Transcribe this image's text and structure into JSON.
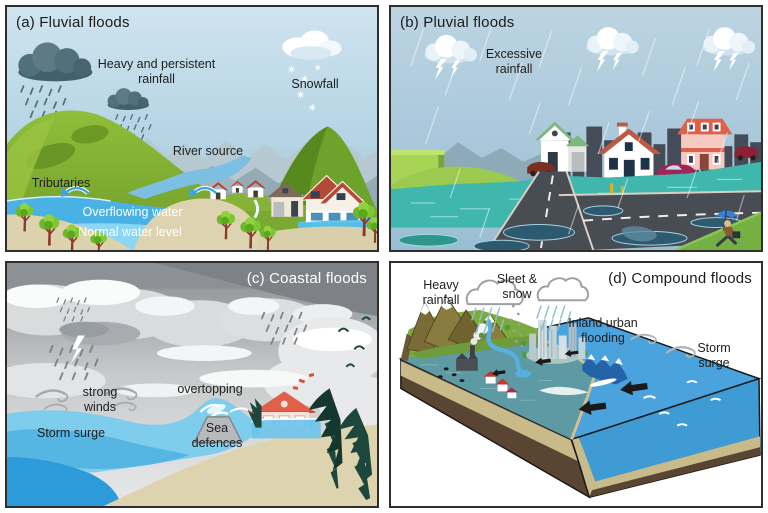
{
  "panels": {
    "fluvial": {
      "title": "(a) Fluvial floods",
      "labels": {
        "rainfall": "Heavy and persistent rainfall",
        "snowfall": "Snowfall",
        "river_source": "River source",
        "tributaries": "Tributaries",
        "overflowing_water": "Overflowing water",
        "normal_water_level": "Normal water level"
      }
    },
    "pluvial": {
      "title": "(b) Pluvial floods",
      "labels": {
        "excessive_rainfall": "Excessive rainfall"
      }
    },
    "coastal": {
      "title": "(c) Coastal floods",
      "labels": {
        "strong_winds": "strong winds",
        "overtopping": "overtopping",
        "storm_surge": "Storm surge",
        "sea_defences": "Sea defences"
      }
    },
    "compound": {
      "title": "(d) Compound floods",
      "labels": {
        "heavy_rainfall": "Heavy rainfall",
        "sleet_snow": "Sleet & snow",
        "inland_urban_flooding": "Inland urban flooding",
        "storm_surge": "Storm surge"
      }
    }
  },
  "colors": {
    "panel_border": "#2e2e2e",
    "label_dark": "#1e1e1e",
    "label_white": "#ffffff",
    "fluvial": {
      "sky": "#b9d8e7",
      "storm_cloud": "#50707b",
      "mountain_green": "#7fae2e",
      "distant_mountains": "#9db3bd",
      "flood_water": "#49b1e4",
      "shallow_water": "#8ad6f4",
      "sand": "#dcd2ae",
      "roof_red": "#c0392b"
    },
    "pluvial": {
      "sky": "#aecbdb",
      "flood_water": "#3fb7ac",
      "road": "#474d53",
      "city_silhouette": "#454b57",
      "grass": "#74b044",
      "umbrella_blue": "#3a7fd5",
      "car_maroon": "#a02458"
    },
    "coastal": {
      "sky_gray": "#9a9ea2",
      "cloud_light": "#d9dbdd",
      "sea_light": "#7fcdec",
      "sea_mid": "#55b5e3",
      "sea_deep": "#2d9bd9",
      "sand": "#ddd3ae",
      "defence_gray": "#b6babd",
      "roof_salmon": "#e2604a",
      "conifer": "#1d473d"
    },
    "compound": {
      "ocean": "#4aa3dc",
      "floodplain": "#5d9aa3",
      "earth_brown": "#5a4532",
      "sand_layer": "#c9ba8a",
      "mountain_olive": "#8a7b3e",
      "arrow_black": "#1a1a1a"
    }
  },
  "icons": {
    "storm_cloud_icon": "dark cumulus shape",
    "snow_cloud_icon": "white cumulus shape",
    "snowflake_icon": "✳",
    "rain_icon": "slanted dash cluster",
    "rain_streak_icon": "diagonal streaks",
    "lightning_icon": "white bolt",
    "overflow_arrow_icon": "curved arrow",
    "wind_swirl_icon": "curved gust stroke",
    "sea_defence_icon": "trapezoid barrier",
    "bent_conifer_icon": "wind-bent tree",
    "bird_icon": "distant bird mark",
    "outlined_cloud_icon": "outlined cloud",
    "sleet_icon": "falling dot column",
    "surge_arrow_icon": "◀ thick black arrow",
    "tree_icon": "round canopy tree",
    "house_icon": "gabled house",
    "factory_icon": "factory with chimney",
    "city_icon": "skyscraper cluster",
    "car_icon": "sedan silhouette",
    "umbrella_person_icon": "running person with umbrella"
  }
}
